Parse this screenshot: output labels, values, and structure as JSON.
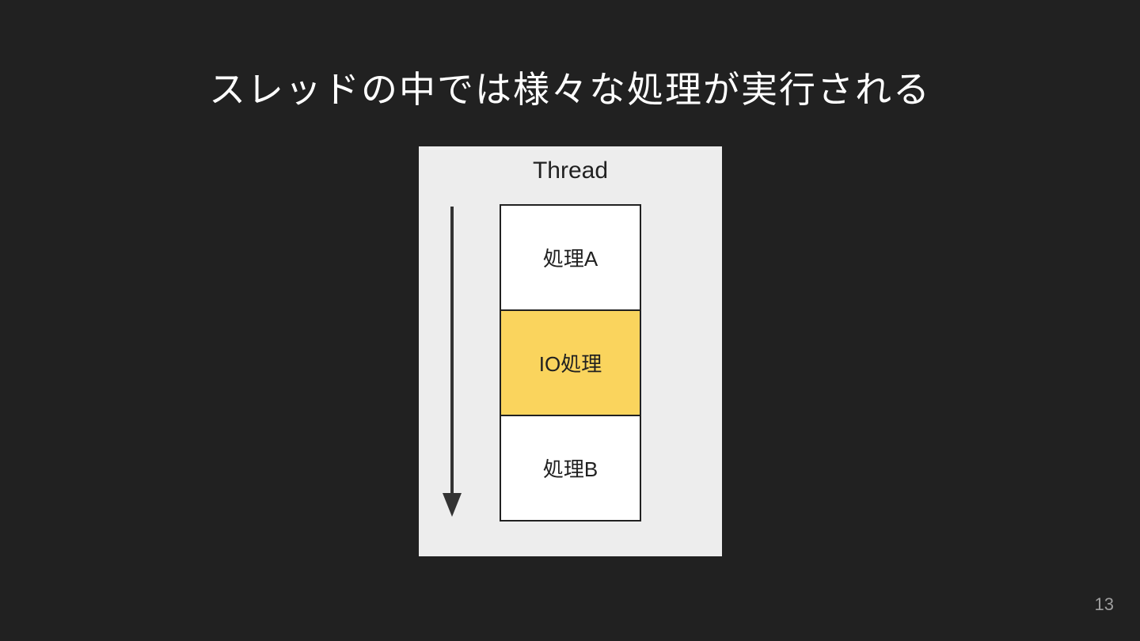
{
  "slide": {
    "title": "スレッドの中では様々な処理が実行される",
    "page_number": "13",
    "colors": {
      "background": "#212121",
      "title_text": "#ffffff",
      "container_bg": "#ededed",
      "box_bg": "#ffffff",
      "box_border": "#212121",
      "highlight_yellow": "#fad45d",
      "label_text": "#212121",
      "arrow_color": "#333333",
      "page_number_text": "#9e9e9e"
    }
  },
  "diagram": {
    "container_label": "Thread",
    "arrow": "down-arrow",
    "boxes": [
      {
        "label": "処理A",
        "highlighted": false
      },
      {
        "label": "IO処理",
        "highlighted": true
      },
      {
        "label": "処理B",
        "highlighted": false
      }
    ]
  }
}
